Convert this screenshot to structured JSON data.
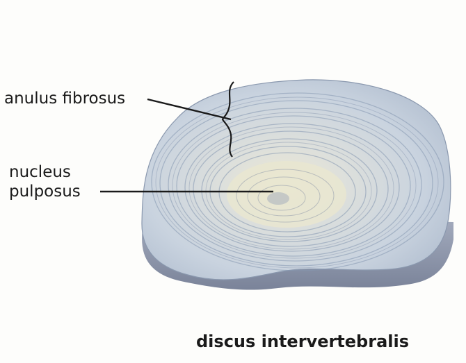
{
  "labels": {
    "anulus": "anulus fibrosus",
    "nucleus_line1": "nucleus",
    "nucleus_line2": "pulposus"
  },
  "caption": "discus intervertebralis",
  "colors": {
    "disc_top": "#c7d3e0",
    "disc_side": "#8f98ac",
    "ring_line": "#8293ac",
    "nucleus": "#e9e6d0",
    "leader": "#1a1a1a"
  }
}
